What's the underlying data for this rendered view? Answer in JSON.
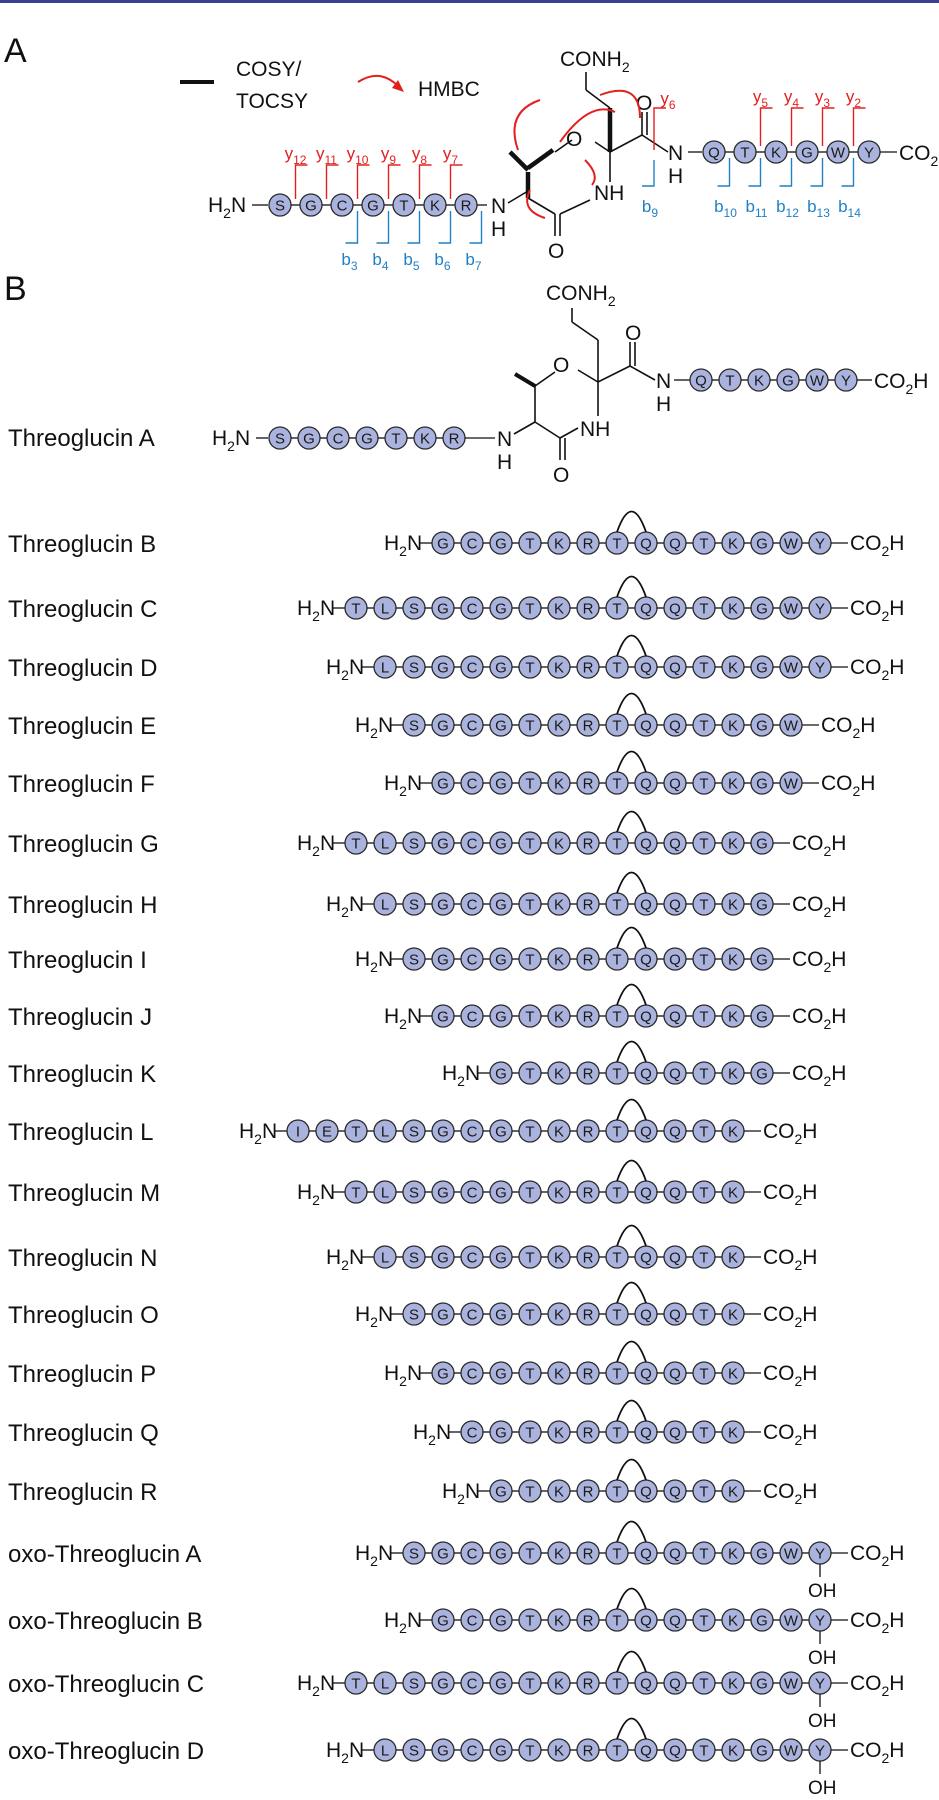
{
  "figure": {
    "top_bar_color": "#3b3f8f",
    "residue_fill": "#aab3dd",
    "residue_stroke": "#2a2a2a",
    "ion_y_color": "#e32020",
    "ion_b_color": "#1f80c6"
  },
  "panel_a": {
    "label": "A",
    "legend": {
      "cosy_line1": "COSY/",
      "cosy_line2": "TOCSY",
      "hmbc": "HMBC"
    },
    "n_term": "H2N",
    "c_term": "CO2H",
    "residues_left": [
      "S",
      "G",
      "C",
      "G",
      "T",
      "K",
      "R"
    ],
    "residues_right": [
      "Q",
      "T",
      "K",
      "G",
      "W",
      "Y"
    ],
    "y_ions_left": [
      "y12",
      "y11",
      "y10",
      "y9",
      "y8",
      "y7"
    ],
    "y_ions_right": [
      "y5",
      "y4",
      "y3",
      "y2"
    ],
    "y_ion_core": "y6",
    "b_ions_left": [
      "b3",
      "b4",
      "b5",
      "b6",
      "b7"
    ],
    "b_ion_core": "b9",
    "b_ions_right": [
      "b10",
      "b11",
      "b12",
      "b13",
      "b14"
    ],
    "core": {
      "side_chain": "CONH2",
      "ring_o": "O",
      "carbonyl_o_top": "O",
      "carbonyl_o_bottom": "O",
      "nh_left": "N",
      "h_left": "H",
      "nh_ring": "NH",
      "nh_right": "N",
      "h_right": "H"
    }
  },
  "panel_b": {
    "label": "B",
    "threoglucin_a": {
      "name": "Threoglucin A",
      "n_term": "H2N",
      "c_term": "CO2H",
      "residues_left": [
        "S",
        "G",
        "C",
        "G",
        "T",
        "K",
        "R"
      ],
      "residues_right": [
        "Q",
        "T",
        "K",
        "G",
        "W",
        "Y"
      ],
      "core": {
        "side_chain": "CONH2",
        "ring_o": "O",
        "carbonyl_o_top": "O",
        "carbonyl_o_bottom": "O",
        "nh_left": "N",
        "h_left": "H",
        "nh_ring": "NH",
        "nh_right": "N",
        "h_right": "H"
      }
    },
    "rows": [
      {
        "name": "Threoglucin B",
        "n_term": "H2N",
        "c_term": "CO2H",
        "residues": [
          "G",
          "C",
          "G",
          "T",
          "K",
          "R",
          "T",
          "Q",
          "Q",
          "T",
          "K",
          "G",
          "W",
          "Y"
        ]
      },
      {
        "name": "Threoglucin C",
        "n_term": "H2N",
        "c_term": "CO2H",
        "residues": [
          "T",
          "L",
          "S",
          "G",
          "C",
          "G",
          "T",
          "K",
          "R",
          "T",
          "Q",
          "Q",
          "T",
          "K",
          "G",
          "W",
          "Y"
        ]
      },
      {
        "name": "Threoglucin D",
        "n_term": "H2N",
        "c_term": "CO2H",
        "residues": [
          "L",
          "S",
          "G",
          "C",
          "G",
          "T",
          "K",
          "R",
          "T",
          "Q",
          "Q",
          "T",
          "K",
          "G",
          "W",
          "Y"
        ]
      },
      {
        "name": "Threoglucin E",
        "n_term": "H2N",
        "c_term": "CO2H",
        "residues": [
          "S",
          "G",
          "C",
          "G",
          "T",
          "K",
          "R",
          "T",
          "Q",
          "Q",
          "T",
          "K",
          "G",
          "W"
        ]
      },
      {
        "name": "Threoglucin F",
        "n_term": "H2N",
        "c_term": "CO2H",
        "residues": [
          "G",
          "C",
          "G",
          "T",
          "K",
          "R",
          "T",
          "Q",
          "Q",
          "T",
          "K",
          "G",
          "W"
        ]
      },
      {
        "name": "Threoglucin G",
        "n_term": "H2N",
        "c_term": "CO2H",
        "residues": [
          "T",
          "L",
          "S",
          "G",
          "C",
          "G",
          "T",
          "K",
          "R",
          "T",
          "Q",
          "Q",
          "T",
          "K",
          "G"
        ]
      },
      {
        "name": "Threoglucin H",
        "n_term": "H2N",
        "c_term": "CO2H",
        "residues": [
          "L",
          "S",
          "G",
          "C",
          "G",
          "T",
          "K",
          "R",
          "T",
          "Q",
          "Q",
          "T",
          "K",
          "G"
        ]
      },
      {
        "name": "Threoglucin I",
        "n_term": "H2N",
        "c_term": "CO2H",
        "residues": [
          "S",
          "G",
          "C",
          "G",
          "T",
          "K",
          "R",
          "T",
          "Q",
          "Q",
          "T",
          "K",
          "G"
        ]
      },
      {
        "name": "Threoglucin J",
        "n_term": "H2N",
        "c_term": "CO2H",
        "residues": [
          "G",
          "C",
          "G",
          "T",
          "K",
          "R",
          "T",
          "Q",
          "Q",
          "T",
          "K",
          "G"
        ]
      },
      {
        "name": "Threoglucin K",
        "n_term": "H2N",
        "c_term": "CO2H",
        "residues": [
          "G",
          "T",
          "K",
          "R",
          "T",
          "Q",
          "Q",
          "T",
          "K",
          "G"
        ]
      },
      {
        "name": "Threoglucin L",
        "n_term": "H2N",
        "c_term": "CO2H",
        "residues": [
          "I",
          "E",
          "T",
          "L",
          "S",
          "G",
          "C",
          "G",
          "T",
          "K",
          "R",
          "T",
          "Q",
          "Q",
          "T",
          "K"
        ]
      },
      {
        "name": "Threoglucin M",
        "n_term": "H2N",
        "c_term": "CO2H",
        "residues": [
          "T",
          "L",
          "S",
          "G",
          "C",
          "G",
          "T",
          "K",
          "R",
          "T",
          "Q",
          "Q",
          "T",
          "K"
        ]
      },
      {
        "name": "Threoglucin N",
        "n_term": "H2N",
        "c_term": "CO2H",
        "residues": [
          "L",
          "S",
          "G",
          "C",
          "G",
          "T",
          "K",
          "R",
          "T",
          "Q",
          "Q",
          "T",
          "K"
        ]
      },
      {
        "name": "Threoglucin O",
        "n_term": "H2N",
        "c_term": "CO2H",
        "residues": [
          "S",
          "G",
          "C",
          "G",
          "T",
          "K",
          "R",
          "T",
          "Q",
          "Q",
          "T",
          "K"
        ]
      },
      {
        "name": "Threoglucin P",
        "n_term": "H2N",
        "c_term": "CO2H",
        "residues": [
          "G",
          "C",
          "G",
          "T",
          "K",
          "R",
          "T",
          "Q",
          "Q",
          "T",
          "K"
        ]
      },
      {
        "name": "Threoglucin Q",
        "n_term": "H2N",
        "c_term": "CO2H",
        "residues": [
          "C",
          "G",
          "T",
          "K",
          "R",
          "T",
          "Q",
          "Q",
          "T",
          "K"
        ]
      },
      {
        "name": "Threoglucin R",
        "n_term": "H2N",
        "c_term": "CO2H",
        "residues": [
          "G",
          "T",
          "K",
          "R",
          "T",
          "Q",
          "Q",
          "T",
          "K"
        ]
      },
      {
        "name": "oxo-Threoglucin A",
        "n_term": "H2N",
        "c_term": "CO2H",
        "oh": "OH",
        "residues": [
          "S",
          "G",
          "C",
          "G",
          "T",
          "K",
          "R",
          "T",
          "Q",
          "Q",
          "T",
          "K",
          "G",
          "W",
          "Y"
        ]
      },
      {
        "name": "oxo-Threoglucin B",
        "n_term": "H2N",
        "c_term": "CO2H",
        "oh": "OH",
        "residues": [
          "G",
          "C",
          "G",
          "T",
          "K",
          "R",
          "T",
          "Q",
          "Q",
          "T",
          "K",
          "G",
          "W",
          "Y"
        ]
      },
      {
        "name": "oxo-Threoglucin C",
        "n_term": "H2N",
        "c_term": "CO2H",
        "oh": "OH",
        "residues": [
          "T",
          "L",
          "S",
          "G",
          "C",
          "G",
          "T",
          "K",
          "R",
          "T",
          "Q",
          "Q",
          "T",
          "K",
          "G",
          "W",
          "Y"
        ]
      },
      {
        "name": "oxo-Threoglucin D",
        "n_term": "H2N",
        "c_term": "CO2H",
        "oh": "OH",
        "residues": [
          "L",
          "S",
          "G",
          "C",
          "G",
          "T",
          "K",
          "R",
          "T",
          "Q",
          "Q",
          "T",
          "K",
          "G",
          "W",
          "Y"
        ]
      }
    ]
  }
}
